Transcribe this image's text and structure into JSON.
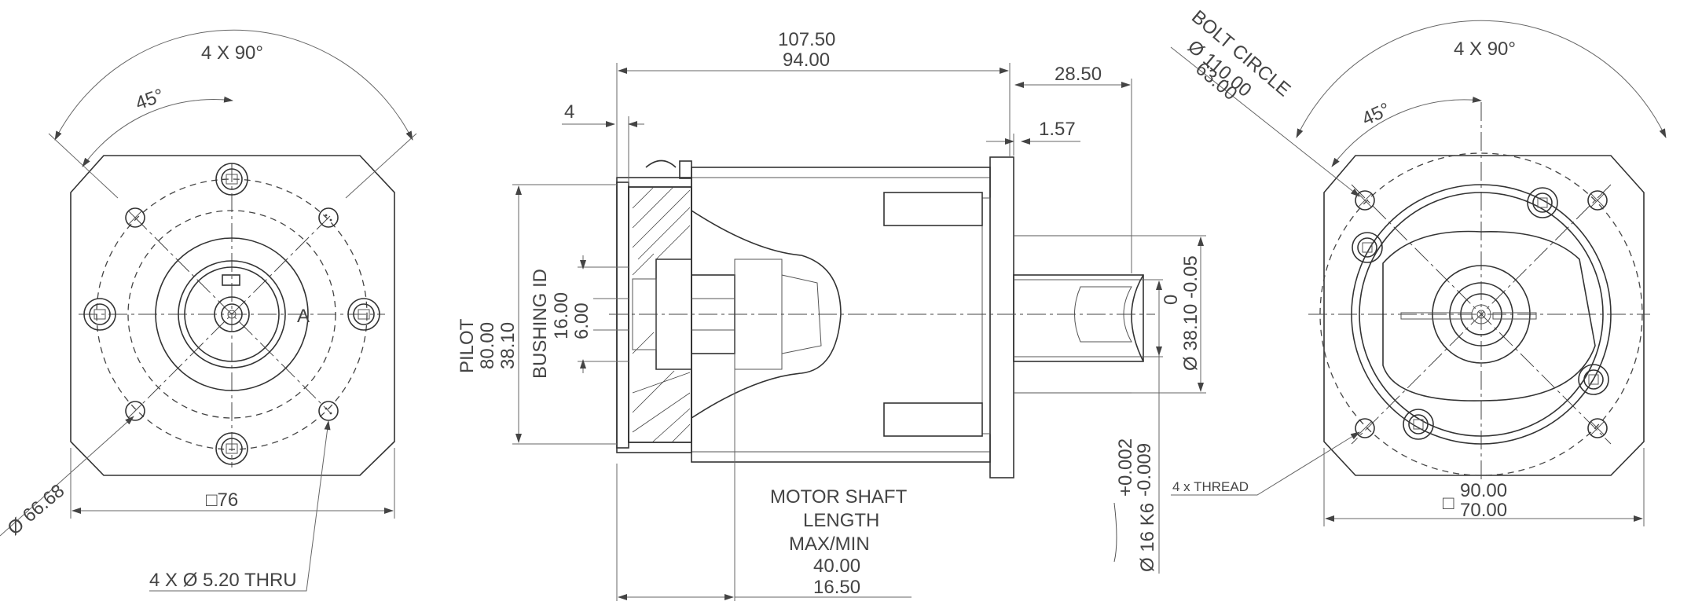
{
  "views": {
    "left": {
      "angle_total": "4 X 90°",
      "angle_offset": "45°",
      "letter_a": "A",
      "square_size": "□76",
      "bolt_circle_dia": "Ø 66.68",
      "holes": "4 X Ø 5.20 THRU"
    },
    "middle": {
      "overall_length": "107.50",
      "body_length": "94.00",
      "shaft_length": "28.50",
      "flange_offset": "1.57",
      "flange_step": "4",
      "pilot_label": "PILOT",
      "pilot_dia_1": "80.00",
      "pilot_dia_2": "38.10",
      "bushing_label": "BUSHING ID",
      "bushing_1": "16.00",
      "bushing_2": "6.00",
      "shaft_tol_upper": "0",
      "shaft_dia": "Ø 38.10 -0.05",
      "output_dia": "Ø 16 K6",
      "output_tol_upper": "+0.002",
      "output_tol_lower": "-0.009",
      "motor_shaft_1": "MOTOR SHAFT",
      "motor_shaft_2": "LENGTH",
      "motor_shaft_3": "MAX/MIN",
      "motor_shaft_max": "40.00",
      "motor_shaft_min": "16.50"
    },
    "right": {
      "angle_total": "4 X 90°",
      "angle_offset": "45°",
      "bolt_circle_label": "BOLT CIRCLE",
      "bolt_circle_1": "Ø 110.00",
      "bolt_circle_2": "63.00",
      "thread": "4 x THREAD",
      "square_1": "90.00",
      "square_2": "70.00",
      "square_symbol": "□"
    }
  }
}
